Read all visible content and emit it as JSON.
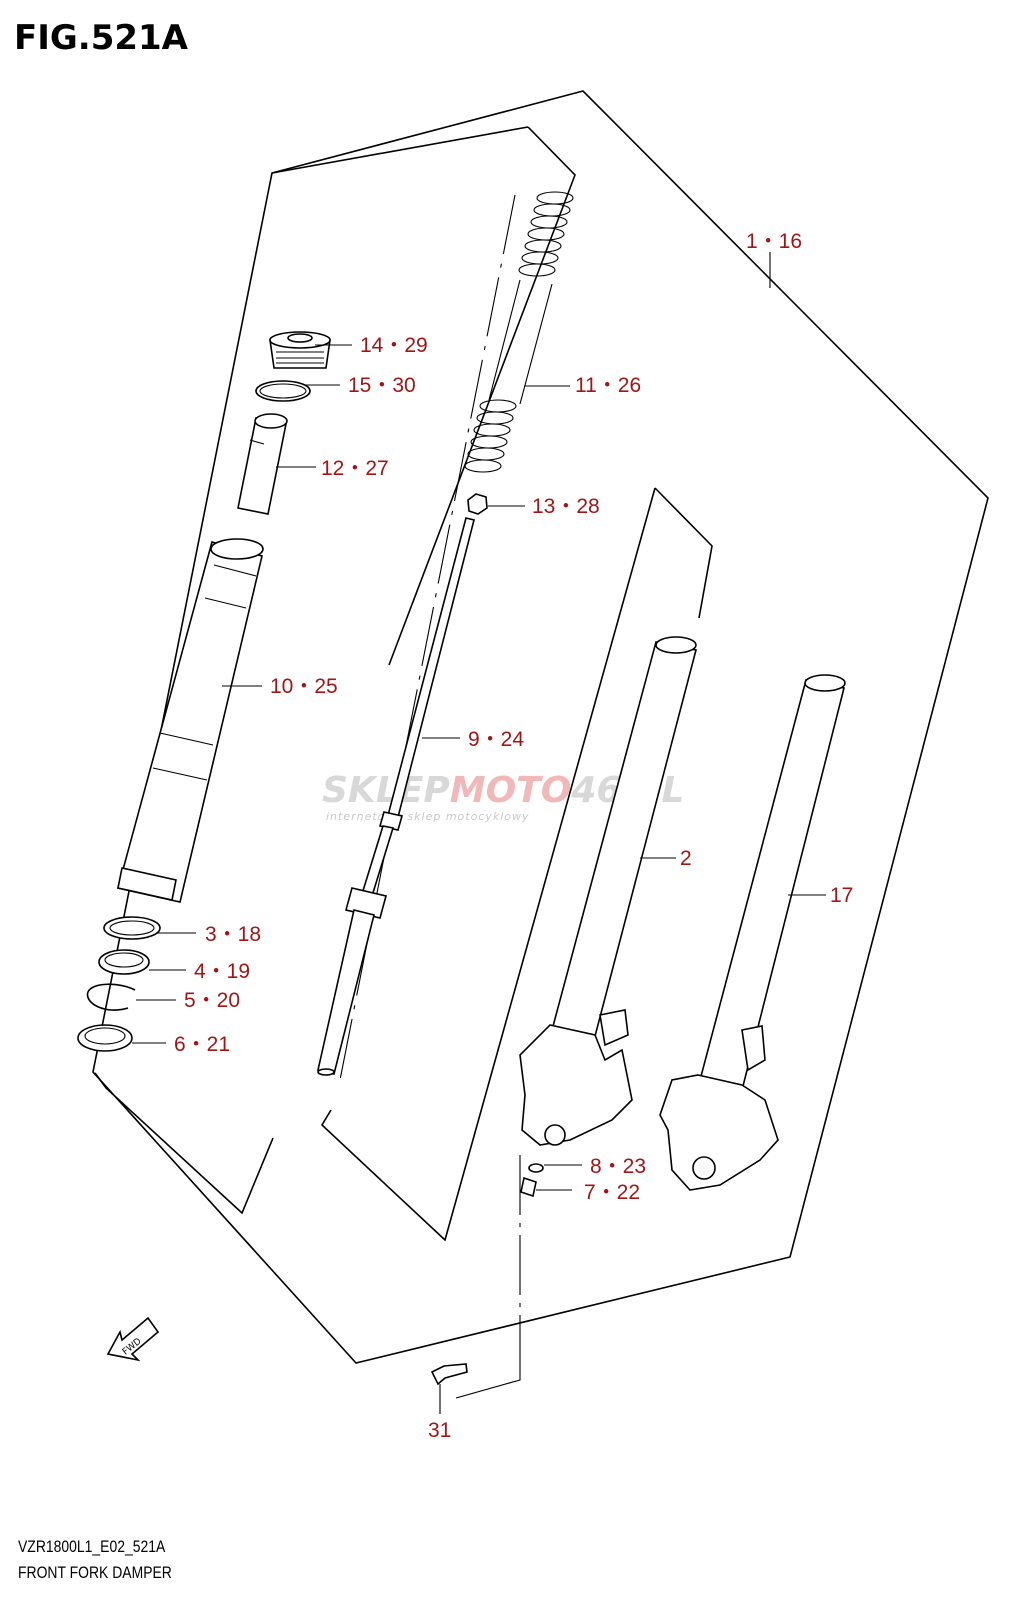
{
  "figure": {
    "title": "FIG.521A",
    "model_code": "VZR1800L1_E02_521A",
    "name": "FRONT FORK DAMPER"
  },
  "watermark": {
    "brand_prefix": "SKLEP",
    "brand_moto": "MOTO",
    "brand_suffix": "46.PL",
    "tagline": "internetowy sklep motocyklowy"
  },
  "fwd_label": "FWD",
  "callouts": {
    "c1": "1・16",
    "c14": "14・29",
    "c15": "15・30",
    "c11": "11・26",
    "c12": "12・27",
    "c13": "13・28",
    "c10": "10・25",
    "c9": "9・24",
    "c2": "2",
    "c17": "17",
    "c3": "3・18",
    "c4": "4・19",
    "c5": "5・20",
    "c6": "6・21",
    "c8": "8・23",
    "c7": "7・22",
    "c31": "31"
  },
  "colors": {
    "label_red": "#a31515",
    "line": "#000000"
  }
}
